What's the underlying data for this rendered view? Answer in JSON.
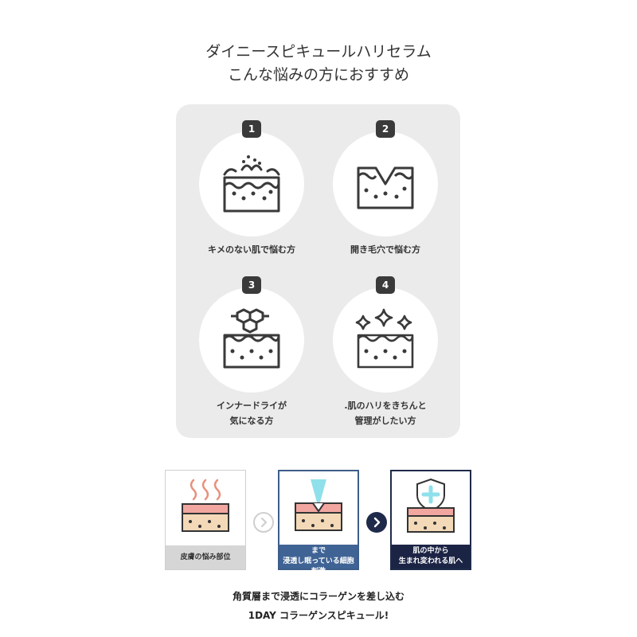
{
  "header": {
    "line1": "ダイニースピキュールハリセラム",
    "line2": "こんな悩みの方におすすめ"
  },
  "concerns": [
    {
      "number": "1",
      "label_line1": "キメのない肌で悩む方",
      "label_line2": "",
      "icon": "rough-skin-icon"
    },
    {
      "number": "2",
      "label_line1": "開き毛穴で悩む方",
      "label_line2": "",
      "icon": "open-pore-icon"
    },
    {
      "number": "3",
      "label_line1": "インナードライが",
      "label_line2": "気になる方",
      "icon": "inner-dry-icon"
    },
    {
      "number": "4",
      "label_line1": ".肌のハリをきちんと",
      "label_line2": "管理がしたい方",
      "icon": "firm-skin-icon"
    }
  ],
  "steps": [
    {
      "caption_line1": "皮膚の悩み部位",
      "caption_line2": ""
    },
    {
      "caption_line1": "スピキュールが角質層まで",
      "caption_line2": "浸透し眠っている細胞刺激"
    },
    {
      "caption_line1": "肌の中から",
      "caption_line2": "生まれ変われる肌へ"
    }
  ],
  "footer": {
    "line1": "角質層まで浸透にコラーゲンを差し込む",
    "line2": "1DAY コラーゲンスピキュール!"
  },
  "colors": {
    "panel": "#ebebeb",
    "badge": "#3a3a3a",
    "step2_accent": "#3f6394",
    "step3_accent": "#1c2445",
    "skin_pink": "#f1a6a0",
    "skin_beige": "#f3d9b8"
  }
}
